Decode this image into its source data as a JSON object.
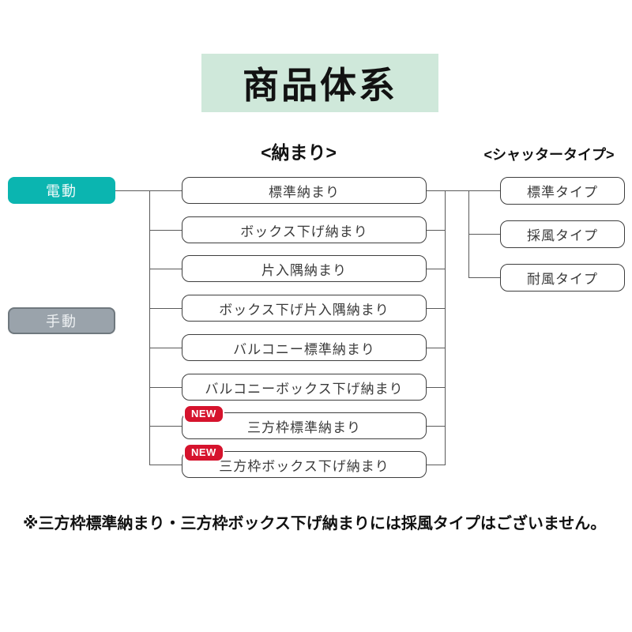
{
  "title": "商品体系",
  "headers": {
    "osamari": "<納まり>",
    "shutter_type": "<シャッタータイプ>"
  },
  "drive": {
    "electric": "電動",
    "manual": "手動"
  },
  "new_badge_label": "NEW",
  "osamari_items": [
    {
      "label": "標準納まり",
      "is_new": false
    },
    {
      "label": "ボックス下げ納まり",
      "is_new": false
    },
    {
      "label": "片入隅納まり",
      "is_new": false
    },
    {
      "label": "ボックス下げ片入隅納まり",
      "is_new": false
    },
    {
      "label": "バルコニー標準納まり",
      "is_new": false
    },
    {
      "label": "バルコニーボックス下げ納まり",
      "is_new": false
    },
    {
      "label": "三方枠標準納まり",
      "is_new": true
    },
    {
      "label": "三方枠ボックス下げ納まり",
      "is_new": true
    }
  ],
  "shutter_types": [
    {
      "label": "標準タイプ"
    },
    {
      "label": "採風タイプ"
    },
    {
      "label": "耐風タイプ"
    }
  ],
  "footnote": "※三方枠標準納まり・三方枠ボックス下げ納まりには採風タイプはございません。",
  "colors": {
    "title-bg": "#cfe8da",
    "teal": "#0bb5b0",
    "gray": "#9aa3ab",
    "badge-red": "#d6132d",
    "line": "#5a5a5a"
  }
}
